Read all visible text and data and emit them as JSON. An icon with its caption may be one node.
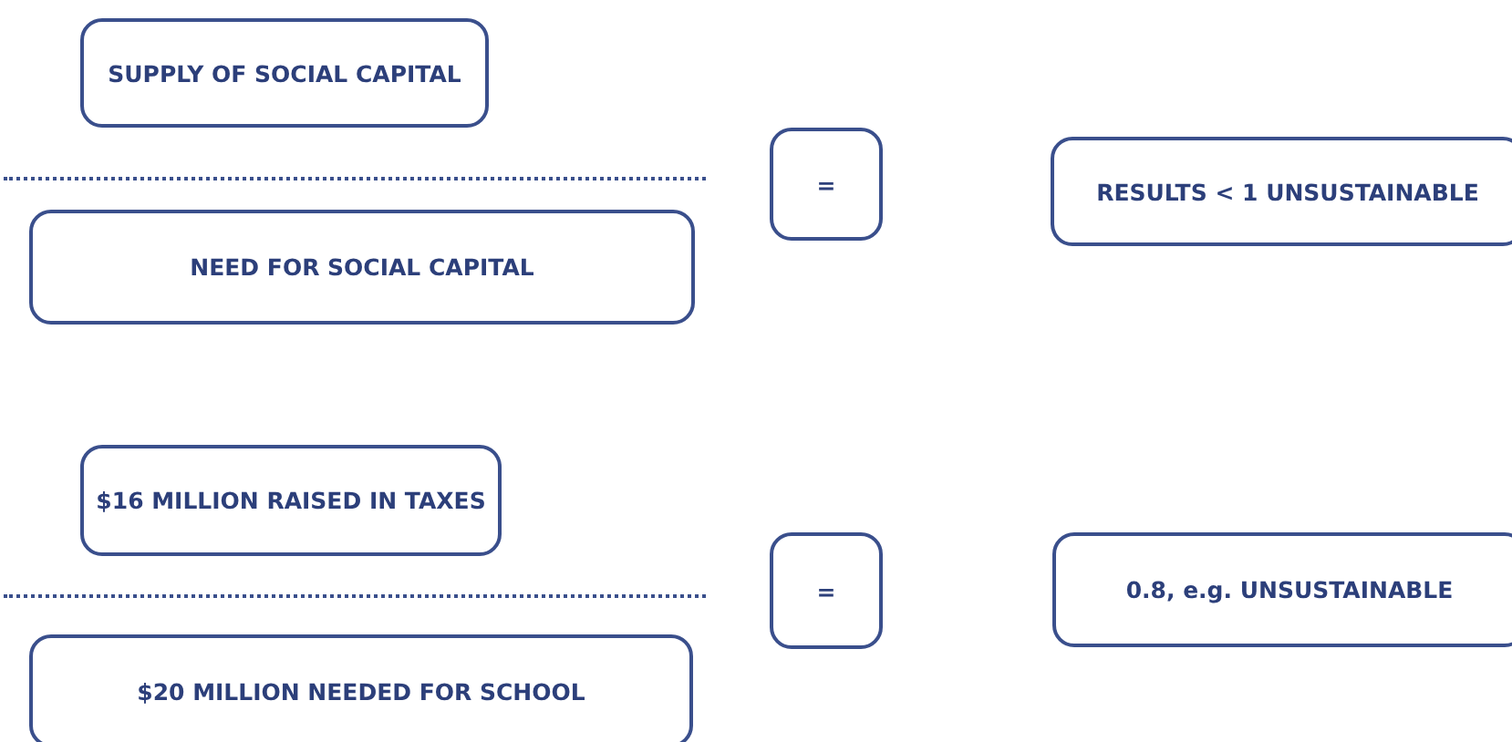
{
  "diagram": {
    "nodes": [
      {
        "text": [
          "SUPPLY OF SOCIAL CAPITAL"
        ]
      },
      {
        "text": [
          "NEED FOR SOCIAL CAPITAL"
        ]
      },
      {
        "text": [
          "="
        ]
      },
      {
        "text": [
          "RESULTS < 1 UNSUSTAINABLE"
        ]
      },
      {
        "text": [
          "$16 MILLION RAISED IN TAXES"
        ]
      },
      {
        "text": [
          "$20 MILLION NEEDED FOR SCHOOL"
        ]
      },
      {
        "text": [
          "="
        ]
      },
      {
        "text": [
          "0.8, e.g. UNSUSTAINABLE"
        ]
      }
    ]
  }
}
